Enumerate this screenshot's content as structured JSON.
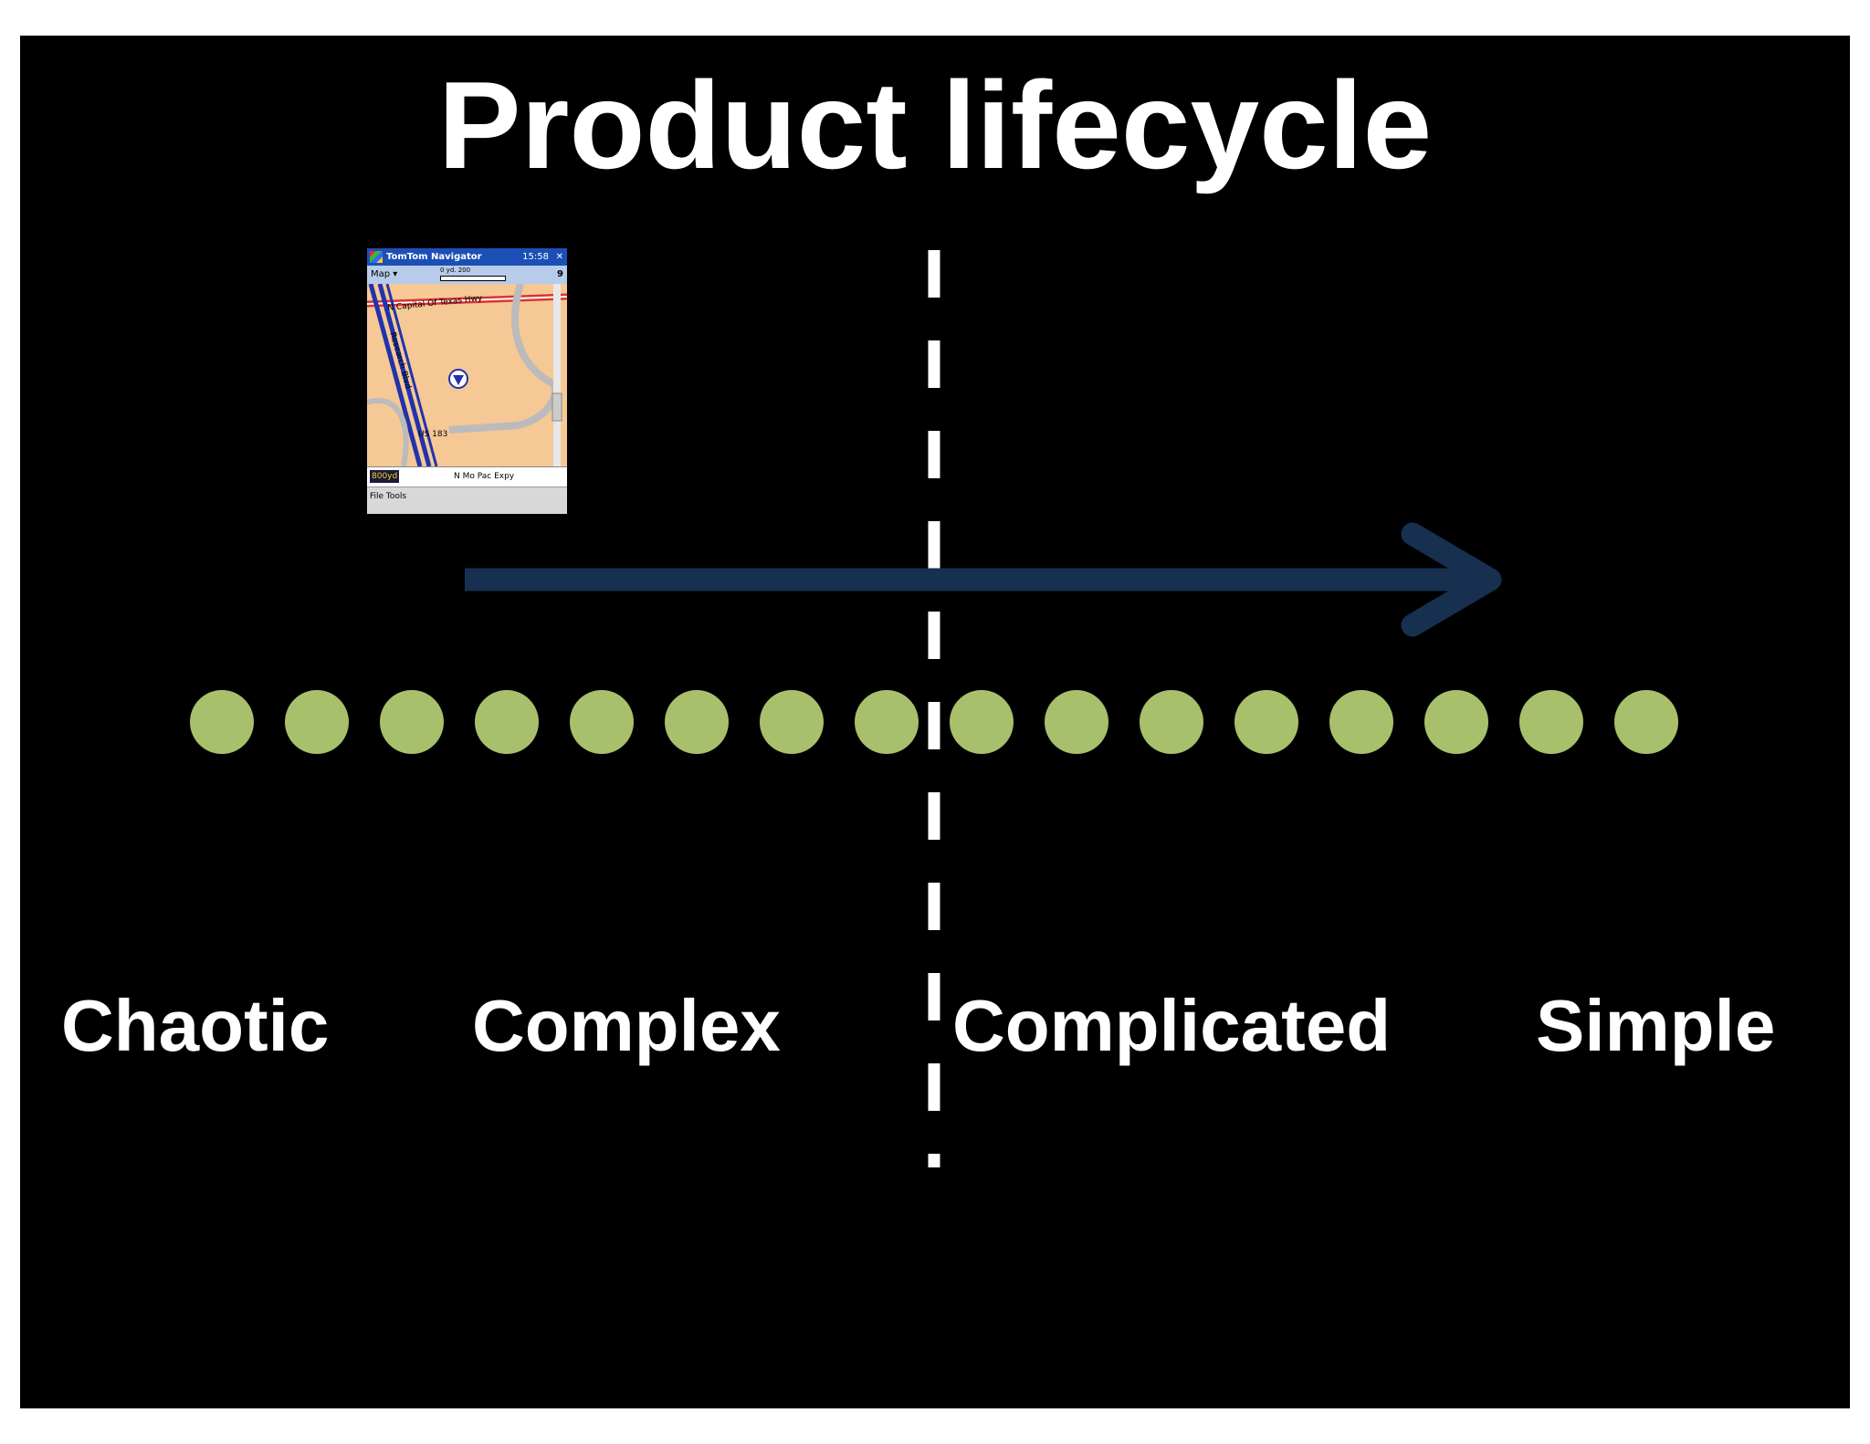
{
  "slide": {
    "title": "Product lifecycle",
    "stages": [
      "Chaotic",
      "Complex",
      "Complicated",
      "Simple"
    ],
    "dot_count": 16,
    "colors": {
      "background": "#000000",
      "text": "#ffffff",
      "dot": "#a8c06c",
      "arrow": "#17304f",
      "divider": "#ffffff"
    }
  },
  "device_screenshot": {
    "app_title": "TomTom Navigator",
    "clock": "15:58",
    "close_glyph": "✕",
    "map_button": "Map ▾",
    "scale_text": "0    yd.   200",
    "gps_count": "9",
    "distance": "800yd",
    "street_name": "N Mo Pac Expy",
    "bottom_menu": "File  Tools",
    "map_labels": {
      "road_1": "N Capital Of Texas Hwy",
      "road_2": "Research Blvd",
      "road_3": "US 183"
    }
  }
}
